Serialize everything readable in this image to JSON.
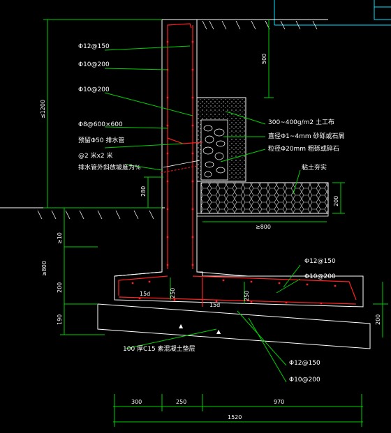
{
  "rebar_labels": {
    "top_horizontal": "Φ12@150",
    "wall_inner": "Φ10@200",
    "wall_outer": "Φ10@200",
    "wall_bottom": "Φ8@600×600",
    "heel_top_main": "Φ12@150",
    "heel_top_dist": "Φ10@200",
    "base_bottom_main": "Φ12@150",
    "base_bottom_dist": "Φ10@200"
  },
  "notes": {
    "drain_pipe": "预留Φ50  排水管",
    "drain_spacing": "@2  米x2  米",
    "drain_slope": "排水管外斜放坡度为%",
    "geotextile": "300~400g/m2      土工布",
    "sand_gravel": "直径Φ1~4mm     砂砾或石屑",
    "coarse_gravel": "粒径Φ20mm     粗砾或碎石",
    "compacted_clay": "粘土夯实",
    "cushion": "100  厚C15  素混凝土垫层",
    "anchor_15d_left": "15d",
    "anchor_15d_right": "15d"
  },
  "dimensions": {
    "total_height": "≤1200",
    "top_500": "500",
    "drain_280": "280",
    "below_min": "≥10",
    "base_depth": "≥800",
    "toe_200": "200",
    "cushion_190": "190",
    "toe_thk_250": "250",
    "heel_thk_250": "250",
    "heel_200": "200",
    "clay_200": "200",
    "clay_width": "≥800",
    "b_300": "300",
    "b_250": "250",
    "b_970": "970",
    "b_total": "1520"
  },
  "colors": {
    "background": "#000000",
    "dim_lines": "#00d000",
    "outline": "#ffffff",
    "rebar": "#ff2020",
    "frame": "#00e5ff"
  }
}
